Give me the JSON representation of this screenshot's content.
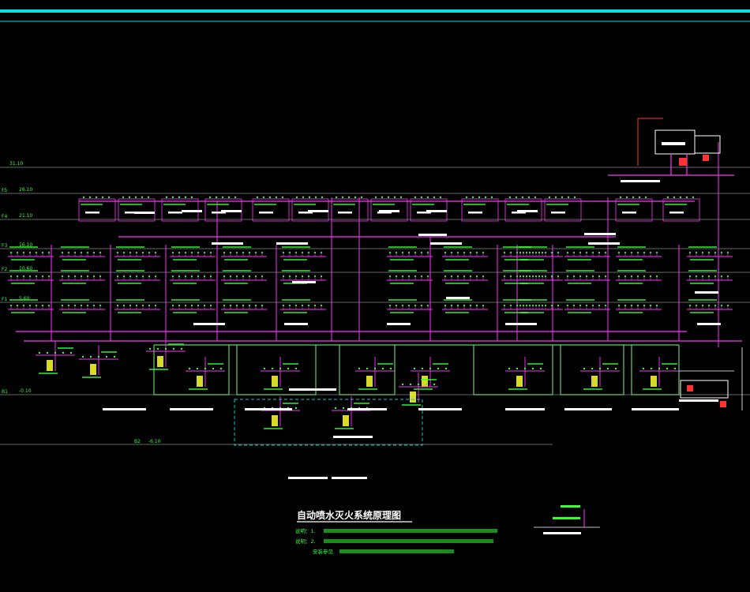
{
  "drawing": {
    "title": "自动喷水灭火系统原理图",
    "notes": [
      "说明：1.",
      "说明：2.",
      "安装参见"
    ]
  },
  "floors": [
    {
      "label": "F5",
      "elevation": "26.10"
    },
    {
      "label": "F4",
      "elevation": "21.10"
    },
    {
      "label": "F3",
      "elevation": "16.10"
    },
    {
      "label": "F2",
      "elevation": "10.60"
    },
    {
      "label": "F1",
      "elevation": "5.60"
    },
    {
      "label": "B1",
      "elevation": "-0.10"
    },
    {
      "label": "B2",
      "elevation": "-6.10"
    }
  ],
  "roof_level": "31.10",
  "colors": {
    "background": "#000000",
    "pipe": "#ff33ff",
    "annotation": "#33ff33",
    "frame": "#00e5e5",
    "outline": "#ffffff",
    "dashed_box": "#00cccc",
    "yellow": "#ffff33",
    "red": "#ff3333"
  }
}
